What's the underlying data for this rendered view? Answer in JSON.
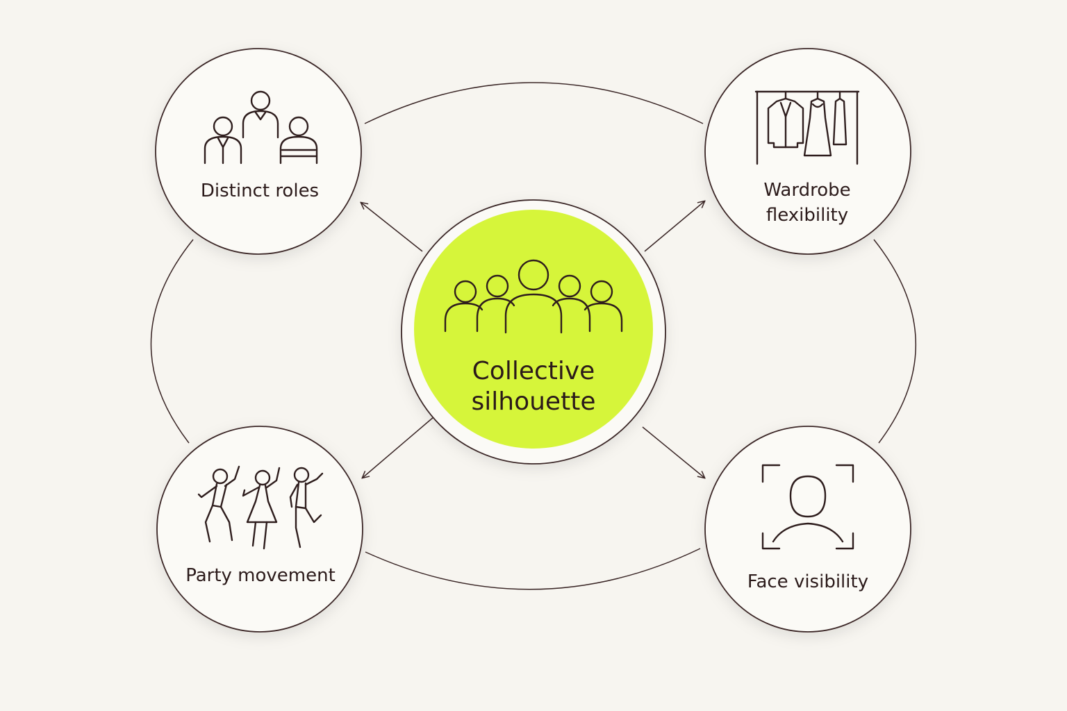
{
  "center": {
    "label_line1": "Collective",
    "label_line2": "silhouette",
    "icon": "group-of-people-icon",
    "fill_color": "#d6f53a"
  },
  "nodes": [
    {
      "id": "distinct-roles",
      "label_line1": "Distinct roles",
      "label_line2": "",
      "icon": "three-people-roles-icon"
    },
    {
      "id": "wardrobe-flexibility",
      "label_line1": "Wardrobe",
      "label_line2": "flexibility",
      "icon": "clothing-rack-icon"
    },
    {
      "id": "party-movement",
      "label_line1": "Party movement",
      "label_line2": "",
      "icon": "dancing-people-icon"
    },
    {
      "id": "face-visibility",
      "label_line1": "Face visibility",
      "label_line2": "",
      "icon": "face-frame-icon"
    }
  ],
  "colors": {
    "background": "#f7f5f0",
    "ink": "#2e1d1d",
    "accent": "#d6f53a",
    "node_fill": "#fbfaf6"
  }
}
